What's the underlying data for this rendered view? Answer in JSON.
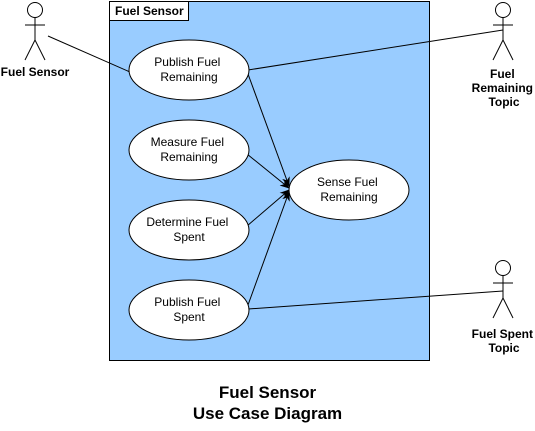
{
  "system": {
    "label": "Fuel Sensor",
    "fill": "#99ccff"
  },
  "actors": {
    "fuel_sensor": "Fuel Sensor",
    "fuel_remaining_topic": [
      "Fuel",
      "Remaining",
      "Topic"
    ],
    "fuel_spent_topic": [
      "Fuel Spent",
      "Topic"
    ]
  },
  "use_cases": {
    "publish_fuel_remaining": [
      "Publish Fuel",
      "Remaining"
    ],
    "measure_fuel_remaining": [
      "Measure Fuel",
      "Remaining"
    ],
    "determine_fuel_spent": [
      "Determine Fuel",
      "Spent"
    ],
    "publish_fuel_spent": [
      "Publish Fuel",
      "Spent"
    ],
    "sense_fuel_remaining": [
      "Sense Fuel",
      "Remaining"
    ]
  },
  "title": {
    "line1": "Fuel Sensor",
    "line2": "Use Case Diagram"
  }
}
